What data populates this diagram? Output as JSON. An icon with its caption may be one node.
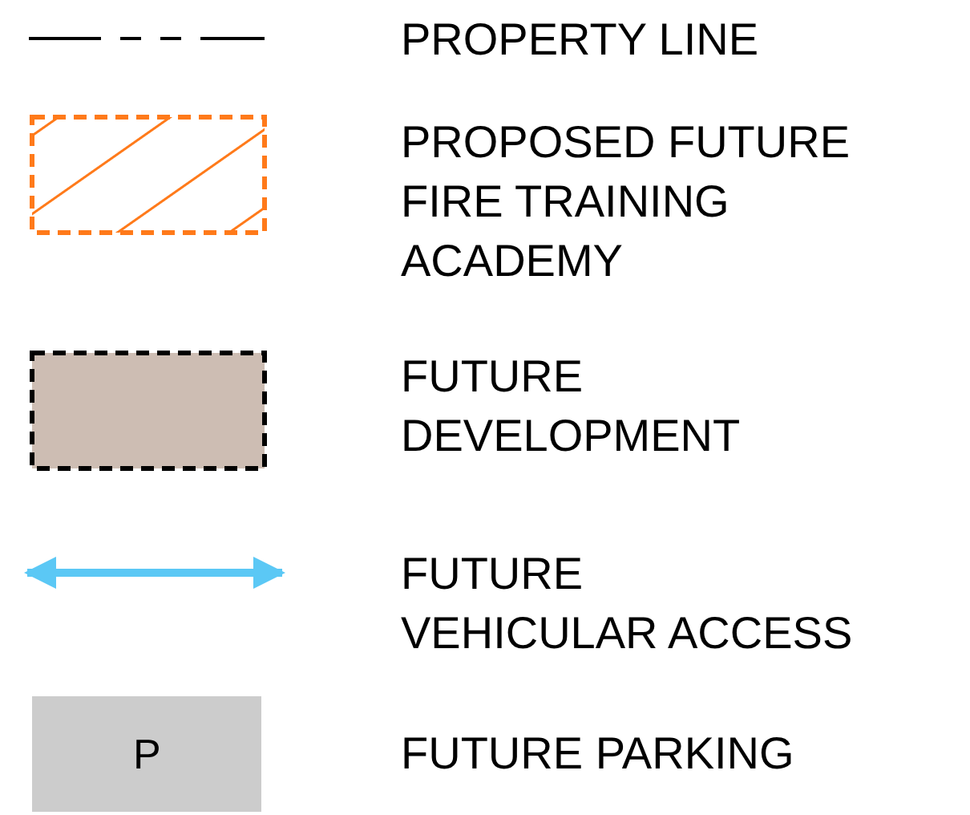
{
  "diagram": {
    "labels": [
      "P"
    ],
    "legend": [
      {
        "text": "PROPERTY LINE"
      },
      {
        "text": "PROPOSED FUTURE FIRE TRAINING ACADEMY"
      },
      {
        "text": "FUTURE DEVELOPMENT",
        "color": "#cdbdb3"
      },
      {
        "text": "FUTURE VEHICULAR ACCESS"
      },
      {
        "text": "FUTURE PARKING",
        "color": "#cccccc"
      }
    ]
  }
}
